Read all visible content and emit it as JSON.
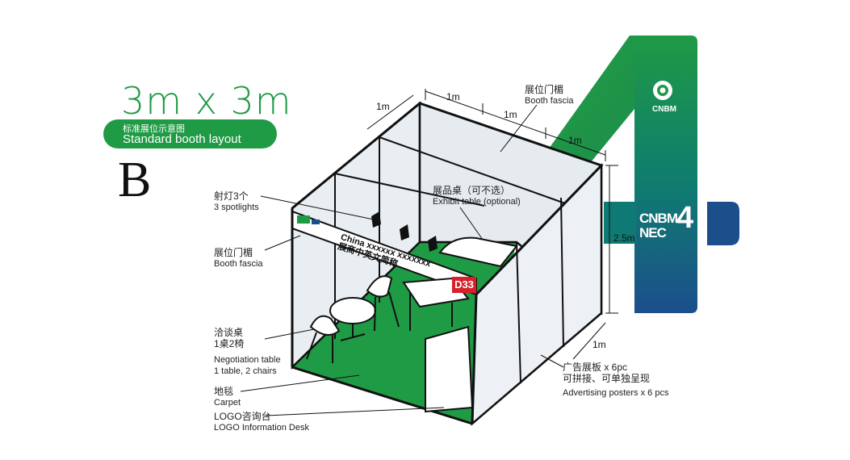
{
  "header": {
    "size": "3m x 3m",
    "subtitle_cn": "标准展位示意图",
    "subtitle_en": "Standard booth layout",
    "variant": "B"
  },
  "dimensions": {
    "top_left": "1m",
    "top_mid": "1m",
    "top_right_a": "1m",
    "top_right_b": "1m",
    "height": "2.5m",
    "bottom_right": "1m"
  },
  "labels": {
    "fascia_top_cn": "展位门楣",
    "fascia_top_en": "Booth fascia",
    "spotlights_cn": "射灯3个",
    "spotlights_en": "3 spotlights",
    "exhibit_table_cn": "展品桌（可不选）",
    "exhibit_table_en": "Exhibit table (optional)",
    "fascia_side_cn": "展位门楣",
    "fascia_side_en": "Booth fascia",
    "negotiation_cn1": "洽谈桌",
    "negotiation_cn2": "1桌2椅",
    "negotiation_en1": "Negotiation table",
    "negotiation_en2": "1 table, 2 chairs",
    "carpet_cn": "地毯",
    "carpet_en": "Carpet",
    "info_desk_cn": "LOGO咨询台",
    "info_desk_en": "LOGO Information Desk",
    "posters_cn1": "广告展板 x 6pc",
    "posters_cn2": "可拼接、可单独呈现",
    "posters_en": "Advertising posters x 6 pcs"
  },
  "fascia": {
    "line1": "China xxxxxx xxxxxxx",
    "line2": "展商中英文简称",
    "booth_number": "D33"
  },
  "brand": {
    "cnbm": "CNBM",
    "nec_line1": "CNBM",
    "nec_line2": "NEC",
    "nec_number": "4"
  },
  "colors": {
    "green": "#1f9a45",
    "red": "#d8202a",
    "teal": "#0e7a73",
    "navy": "#1c4e8c"
  }
}
